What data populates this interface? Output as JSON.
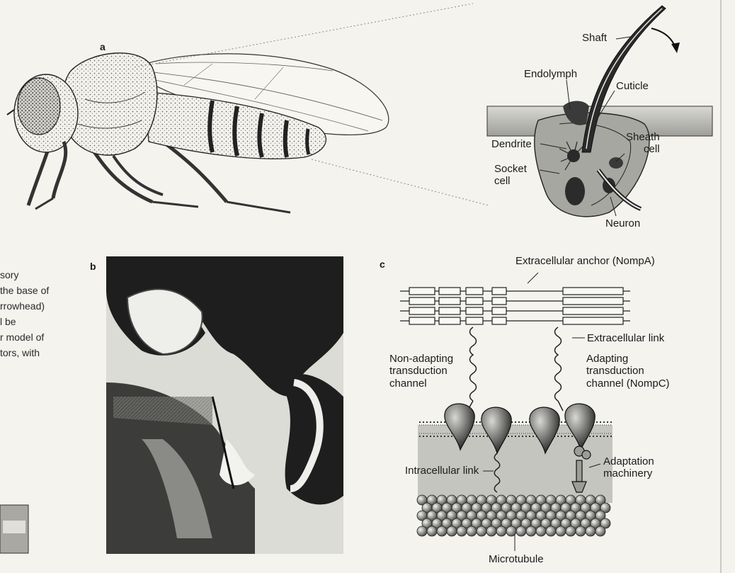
{
  "panels": {
    "a": {
      "letter": "a"
    },
    "b": {
      "letter": "b"
    },
    "c": {
      "letter": "c"
    }
  },
  "bristle_labels": {
    "shaft": "Shaft",
    "endolymph": "Endolymph",
    "cuticle": "Cuticle",
    "dendrite": "Dendrite",
    "sheath_cell": "Sheath\ncell",
    "socket_cell": "Socket\ncell",
    "neuron": "Neuron"
  },
  "model_labels": {
    "extracellular_anchor": "Extracellular anchor (NompA)",
    "extracellular_link": "Extracellular link",
    "non_adapting_channel": "Non-adapting\ntransduction\nchannel",
    "adapting_channel": "Adapting\ntransduction\nchannel (NompC)",
    "intracellular_link": "Intracellular link",
    "adaptation_machinery": "Adaptation\nmachinery",
    "microtubule": "Microtubule"
  },
  "caption_fragments": [
    "sory",
    "the base of",
    "rrowhead)",
    "l be",
    "r model of",
    "tors, with"
  ],
  "colors": {
    "ink": "#1b1b1b",
    "paper": "#f4f3ee",
    "micrograph_dark": "#1e1e1e",
    "membrane_shade": "#b9b9b4"
  }
}
